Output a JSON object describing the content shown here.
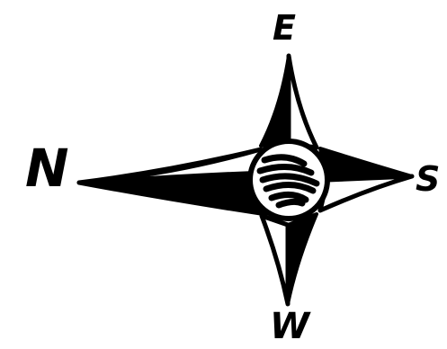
{
  "compass": {
    "directions": {
      "north": "N",
      "east": "E",
      "south": "S",
      "west": "W"
    },
    "colors": {
      "ink": "#000000",
      "paper": "#ffffff"
    }
  }
}
